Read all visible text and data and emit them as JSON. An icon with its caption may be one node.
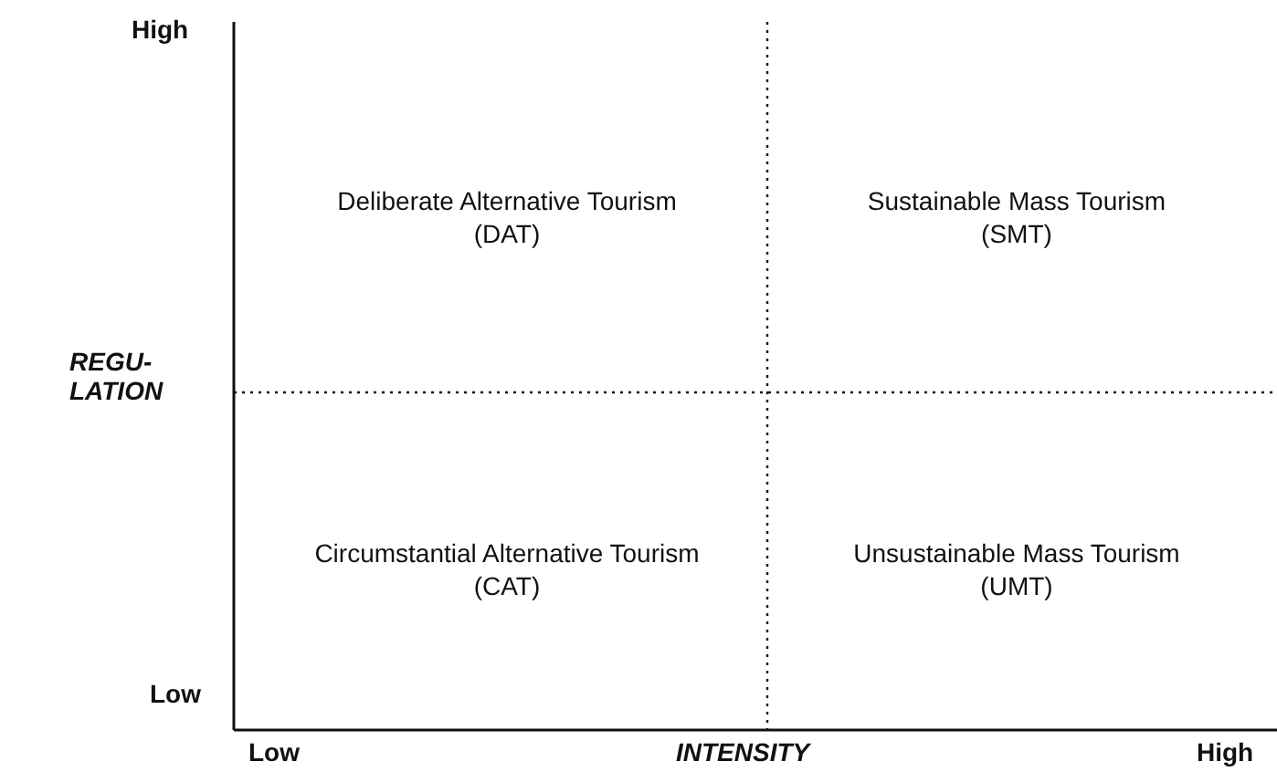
{
  "diagram": {
    "nodes": [
      {
        "text": [
          "Deliberate Alternative Tourism",
          "(DAT)"
        ]
      },
      {
        "text": [
          "Sustainable Mass Tourism",
          "(SMT)"
        ]
      },
      {
        "text": [
          "Circumstantial Alternative Tourism",
          "(CAT)"
        ]
      },
      {
        "text": [
          "Unsustainable Mass Tourism",
          "(UMT)"
        ]
      }
    ],
    "labels": [
      "High",
      "REGU- LATION",
      "Low",
      "Low",
      "INTENSITY",
      "High"
    ]
  }
}
